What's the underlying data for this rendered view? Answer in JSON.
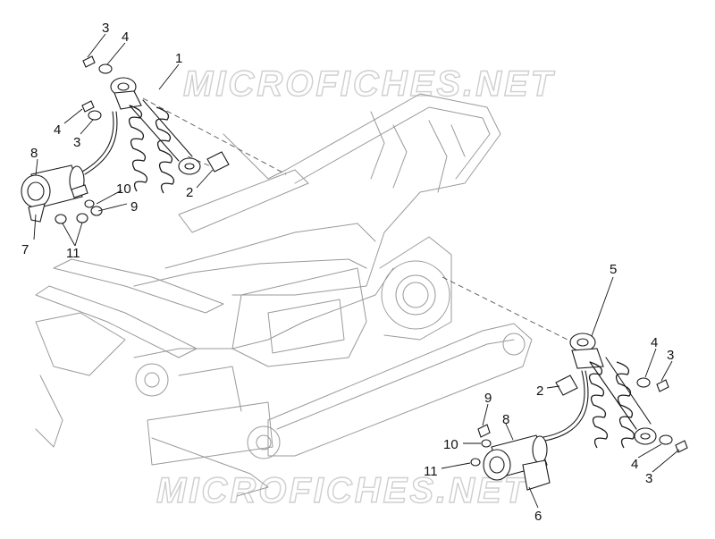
{
  "watermark": {
    "top": "MICROFICHES.NET",
    "bottom": "MICROFICHES.NET"
  },
  "colors": {
    "line": "#1a1a1a",
    "frame": "#9a9a9a",
    "watermark": "#cfcfcf"
  },
  "callouts": {
    "c1": "1",
    "c2a": "2",
    "c3a": "3",
    "c3b": "3",
    "c4a": "4",
    "c4b": "4",
    "c7": "7",
    "c8a": "8",
    "c10a": "10",
    "c9a": "9",
    "c11a": "11",
    "c5": "5",
    "c4c": "4",
    "c3c": "3",
    "c2b": "2",
    "c4d": "4",
    "c3d": "3",
    "c9b": "9",
    "c10b": "10",
    "c8b": "8",
    "c11b": "11",
    "c6": "6"
  }
}
